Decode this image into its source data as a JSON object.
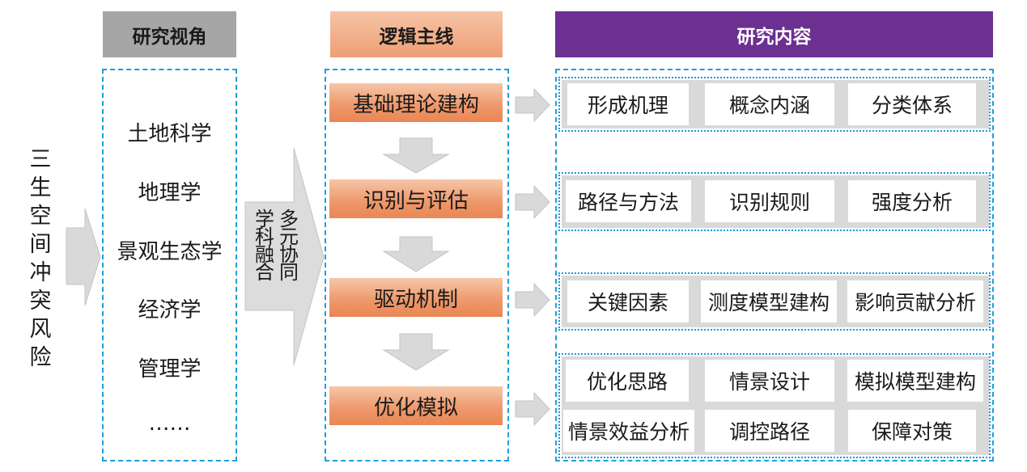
{
  "headers": {
    "perspective": "研究视角",
    "logic": "逻辑主线",
    "content": "研究内容"
  },
  "subject_label": [
    "三",
    "生",
    "空",
    "间",
    "冲",
    "突",
    "风",
    "险"
  ],
  "disciplines": [
    "土地科学",
    "地理学",
    "景观生态学",
    "经济学",
    "管理学",
    "……"
  ],
  "integration_label": {
    "col1": [
      "多",
      "元",
      "协",
      "同"
    ],
    "col2": [
      "学",
      "科",
      "融",
      "合"
    ]
  },
  "logic_steps": [
    "基础理论建构",
    "识别与评估",
    "驱动机制",
    "优化模拟"
  ],
  "content_groups": [
    [
      "形成机理",
      "概念内涵",
      "分类体系"
    ],
    [
      "路径与方法",
      "识别规则",
      "强度分析"
    ],
    [
      "关键因素",
      "测度模型建构",
      "影响贡献分析"
    ],
    [
      "优化思路",
      "情景设计",
      "模拟模型建构",
      "情景效益分析",
      "调控路径",
      "保障对策"
    ]
  ],
  "colors": {
    "perspective_header": "#a6a6a6",
    "logic_header": "#f2aa84",
    "content_header": "#6b3090",
    "dashed_border": "#1ea0dc",
    "arrow_fill": "#d9d9d9"
  }
}
